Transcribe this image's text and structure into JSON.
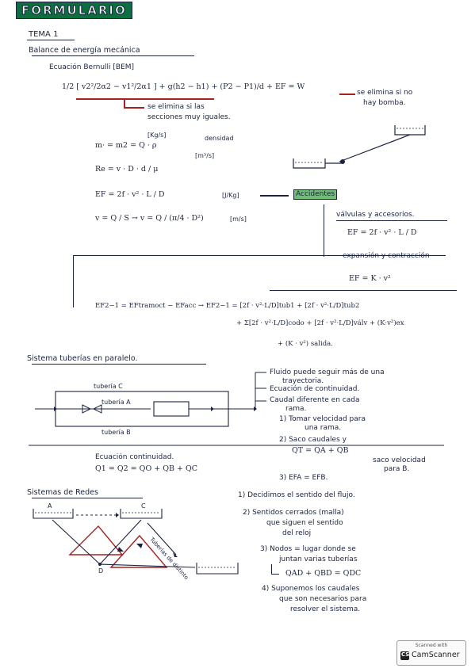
{
  "title": "FORMULARIO",
  "tema": "TEMA 1",
  "section1": {
    "heading": "Balance de energía mecánica",
    "bernoulli_label": "Ecuación Bernulli [BEM]",
    "bernoulli_eq": "1/2 [ v2²/2α2 − v1²/2α1 ] + g(h2 − h1) + (P2 − P1)/d + EF = W",
    "bernoulli_note_right_1": "se elimina si no",
    "bernoulli_note_right_2": "hay bomba.",
    "bernoulli_note_below_1": "se elimina si las",
    "bernoulli_note_below_2": "secciones muy iguales.",
    "mass_flow": "m· = m2 = Q · ρ",
    "mass_flow_unit_top": "[Kg/s]",
    "mass_flow_density": "densidad",
    "mass_flow_unit_bottom": "[m³/s]",
    "reynolds": "Re = v · D · d / μ",
    "friction": "EF = 2f · v² · L / D",
    "friction_unit": "[J/Kg]",
    "accidentes": "Accidentes",
    "velocity": "v = Q / S  →  v = Q / (π/4 · D²)",
    "velocity_unit": "[m/s]",
    "valvulas": "válvulas y accesorios.",
    "valvulas_eq": "EF = 2f · v² · L / D",
    "expansion": "expansión y contracción",
    "expansion_eq": "EF = K · v²",
    "ef_total_1": "EF2−1 = EFtramoct − EFacc  →  EF2−1 = [2f · v²·L/D]tub1 + [2f · v²·L/D]tub2",
    "ef_total_2": "+ Σ[2f · v²·L/D]codo + [2f · v²·L/D]válv + (K·v²)ex",
    "ef_total_3": "+ (K · v²) salida."
  },
  "section2": {
    "heading": "Sistema tuberías en paralelo.",
    "label_c": "tubería C",
    "label_a": "tubería A",
    "label_b": "tubería B",
    "note1_1": "Fluido puede seguir más de una",
    "note1_2": "trayectoria.",
    "note2": "Ecuación de continuidad.",
    "note3_1": "Caudal diferente en cada",
    "note3_2": "rama.",
    "step1_1": "1) Tomar velocidad para",
    "step1_2": "una rama.",
    "step2_1": "2) Saco caudales y",
    "step2_2": "QT = QA + QB",
    "step2_3": "saco velocidad",
    "step2_4": "para B.",
    "step3": "3) EFA = EFB.",
    "continuity_label": "Ecuación continuidad.",
    "continuity_eq": "Q1 = Q2 = QO + QB + QC"
  },
  "section3": {
    "heading": "Sistemas de Redes",
    "node_a": "A",
    "node_c": "C",
    "node_d": "D",
    "diag_note": "Tuberías de distinto",
    "step1": "1) Decidimos el sentido del flujo.",
    "step2_1": "2) Sentidos cerrados (malla)",
    "step2_2": "que siguen el sentido",
    "step2_3": "del reloj",
    "step3_1": "3) Nodos = lugar donde se",
    "step3_2": "juntan varias tuberías",
    "step3_3": "QAD + QBD = QDC",
    "step4_1": "4) Suponemos los caudales",
    "step4_2": "que son necesarios para",
    "step4_3": "resolver el sistema."
  },
  "stamp": {
    "top": "Scanned with",
    "logo": "CS",
    "name": "CamScanner"
  }
}
